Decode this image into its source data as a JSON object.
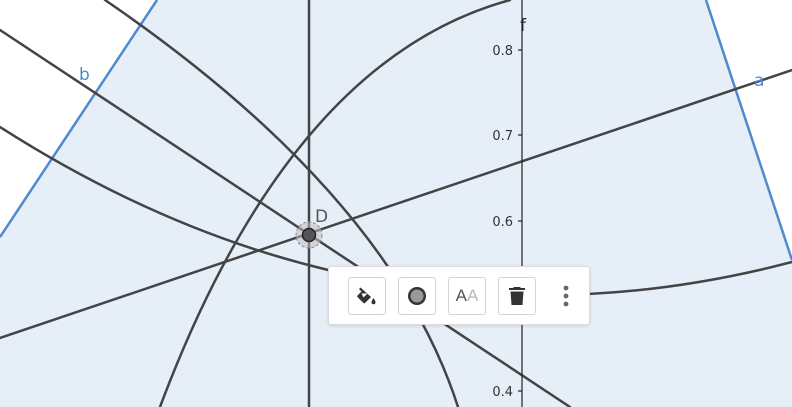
{
  "canvas": {
    "object_labels": {
      "line_a": "a",
      "line_b": "b",
      "function_f": "f",
      "point_d": "D"
    },
    "y_axis_ticks": [
      "0.8",
      "0.7",
      "0.6",
      "0.4"
    ],
    "colors": {
      "region_fill": "#e6eef8",
      "blue_line": "#4d8ad0",
      "curve": "#444444",
      "point": "#555555"
    }
  },
  "style_toolbar": {
    "buttons": [
      {
        "name": "fill-color-button",
        "icon": "paint-bucket-icon"
      },
      {
        "name": "point-style-button",
        "icon": "point-style-icon"
      },
      {
        "name": "text-style-button",
        "icon": "text-style-icon",
        "label_primary": "A",
        "label_secondary": "A"
      },
      {
        "name": "delete-button",
        "icon": "trash-icon"
      },
      {
        "name": "more-options-button",
        "icon": "more-vertical-icon"
      }
    ]
  }
}
